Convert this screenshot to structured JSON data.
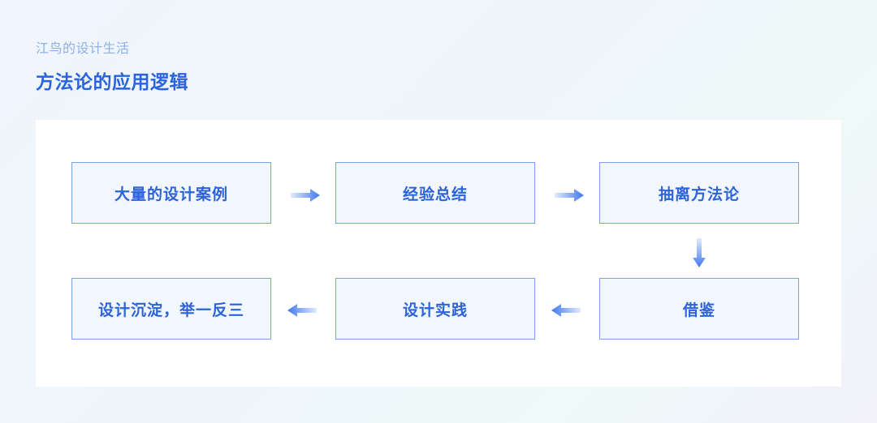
{
  "header": {
    "subtitle": "江鸟的设计生活",
    "title": "方法论的应用逻辑"
  },
  "flow": {
    "steps": [
      "大量的设计案例",
      "经验总结",
      "抽离方法论",
      "借鉴",
      "设计实践",
      "设计沉淀，举一反三"
    ]
  },
  "colors": {
    "title": "#2a63df",
    "subtitle": "#8eb0ec",
    "box_border": "#7aa1ec",
    "box_fill": "#f2f6fe",
    "box_text": "#2c63d6",
    "arrow": "#3f78ee"
  }
}
